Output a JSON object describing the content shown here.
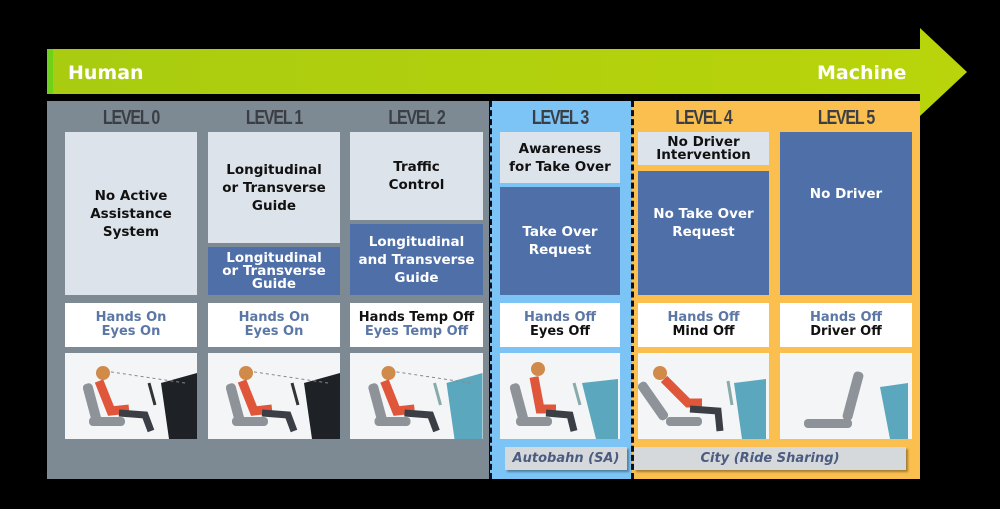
{
  "arrow": {
    "left_label": "Human",
    "right_label": "Machine"
  },
  "levels": [
    {
      "title": "LEVEL 0",
      "top": "No Active Assistance System",
      "bottom": "",
      "hands": [
        "Hands On",
        "Eyes On"
      ]
    },
    {
      "title": "LEVEL 1",
      "top": "Longitudinal or Transverse Guide",
      "bottom": "Longitudinal or Transverse Guide",
      "hands": [
        "Hands On",
        "Eyes On"
      ]
    },
    {
      "title": "LEVEL 2",
      "top": "Traffic Control",
      "bottom": "Longitudinal and Transverse Guide",
      "hands": [
        "Hands Temp Off",
        "Eyes Temp Off"
      ]
    },
    {
      "title": "LEVEL 3",
      "top": "Awareness for Take Over",
      "bottom": "Take Over Request",
      "hands": [
        "Hands Off",
        "Eyes Off"
      ]
    },
    {
      "title": "LEVEL 4",
      "top": "No Driver Intervention",
      "bottom": "No Take Over Request",
      "hands": [
        "Hands Off",
        "Mind Off"
      ]
    },
    {
      "title": "LEVEL 5",
      "top": "",
      "bottom": "No Driver",
      "hands": [
        "Hands Off",
        "Driver Off"
      ]
    }
  ],
  "tags": {
    "autobahn": "Autobahn (SA)",
    "city": "City (Ride Sharing)"
  },
  "colors": {
    "green": "#b5d40a",
    "gray_panel": "#7d8a93",
    "blue_panel": "#7cc4f5",
    "orange_panel": "#fbbf4f",
    "dark_box": "#4f6fa8",
    "light_box": "#dde3ea"
  }
}
